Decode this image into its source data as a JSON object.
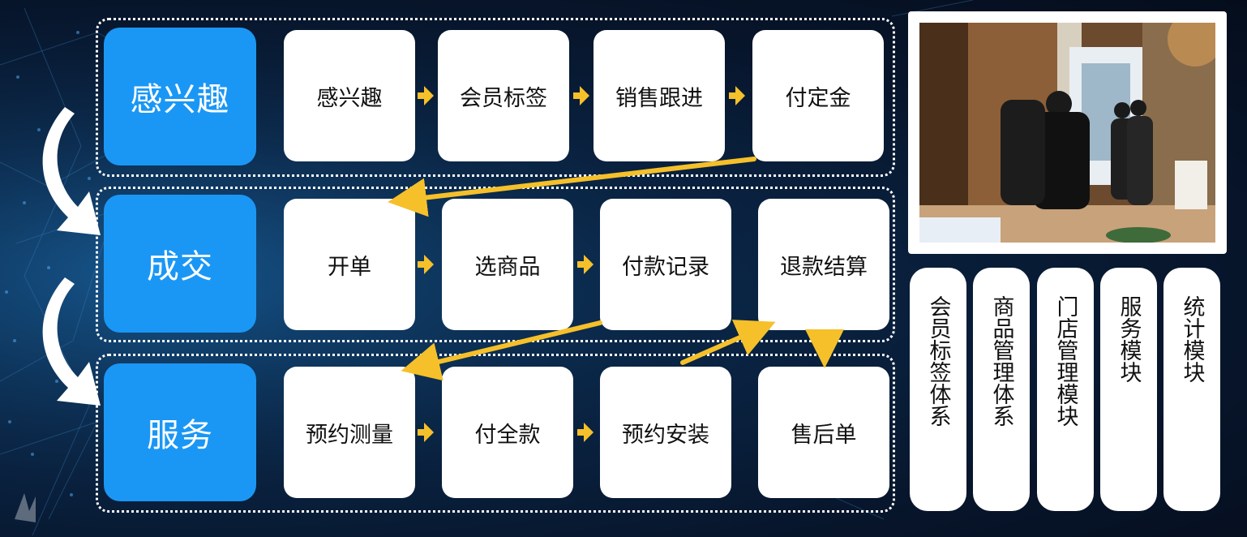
{
  "stages": [
    "感兴趣",
    "成交",
    "服务"
  ],
  "rows": [
    [
      "感兴趣",
      "会员标签",
      "销售跟进",
      "付定金"
    ],
    [
      "开单",
      "选商品",
      "付款记录",
      "退款结算"
    ],
    [
      "预约测量",
      "付全款",
      "预约安装",
      "售后单"
    ]
  ],
  "modules": [
    "会员标签体系",
    "商品管理体系",
    "门店管理模块",
    "服务模块",
    "统计模块"
  ],
  "colors": {
    "stage_blue": "#1a97f5",
    "arrow_yellow": "#f5c02a",
    "background": "#07152b"
  }
}
